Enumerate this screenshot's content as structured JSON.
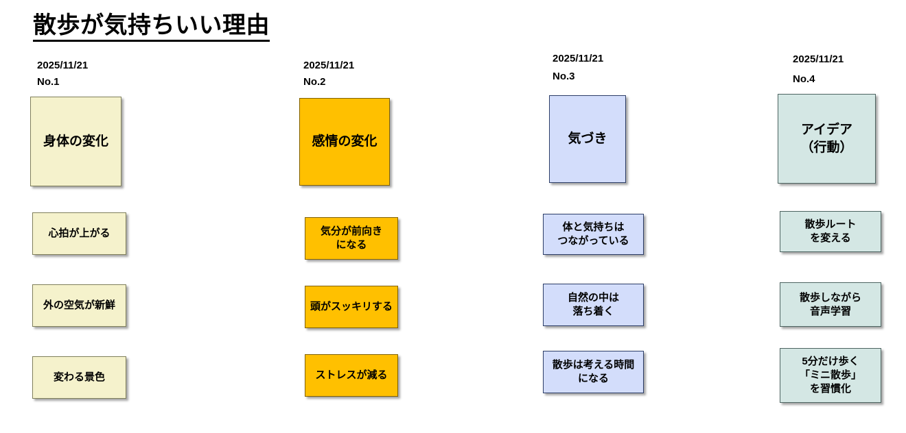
{
  "title": "散歩が気持ちいい理由",
  "palette": {
    "yellow_fill": "#F5F2CC",
    "yellow_border": "#7F7F5A",
    "orange_fill": "#FFC000",
    "orange_border": "#7F6000",
    "blue_fill": "#D3DDFB",
    "blue_border": "#2B3C66",
    "teal_fill": "#D4E7E4",
    "teal_border": "#4C6360",
    "text": "#000000",
    "background": "#FFFFFF"
  },
  "columns": [
    {
      "date": "2025/11/21",
      "number": "No.1",
      "header": "身体の変化",
      "items": [
        "心拍が上がる",
        "外の空気が新鮮",
        "変わる景色"
      ]
    },
    {
      "date": "2025/11/21",
      "number": "No.2",
      "header": "感情の変化",
      "items": [
        "気分が前向き\nになる",
        "頭がスッキリする",
        "ストレスが減る"
      ]
    },
    {
      "date": "2025/11/21",
      "number": "No.3",
      "header": "気づき",
      "items": [
        "体と気持ちは\nつながっている",
        "自然の中は\n落ち着く",
        "散歩は考える時間\nになる"
      ]
    },
    {
      "date": "2025/11/21",
      "number": "No.4",
      "header": "アイデア\n（行動）",
      "items": [
        "散歩ルート\nを変える",
        "散歩しながら\n音声学習",
        "5分だけ歩く\n「ミニ散歩」\nを習慣化"
      ]
    }
  ]
}
